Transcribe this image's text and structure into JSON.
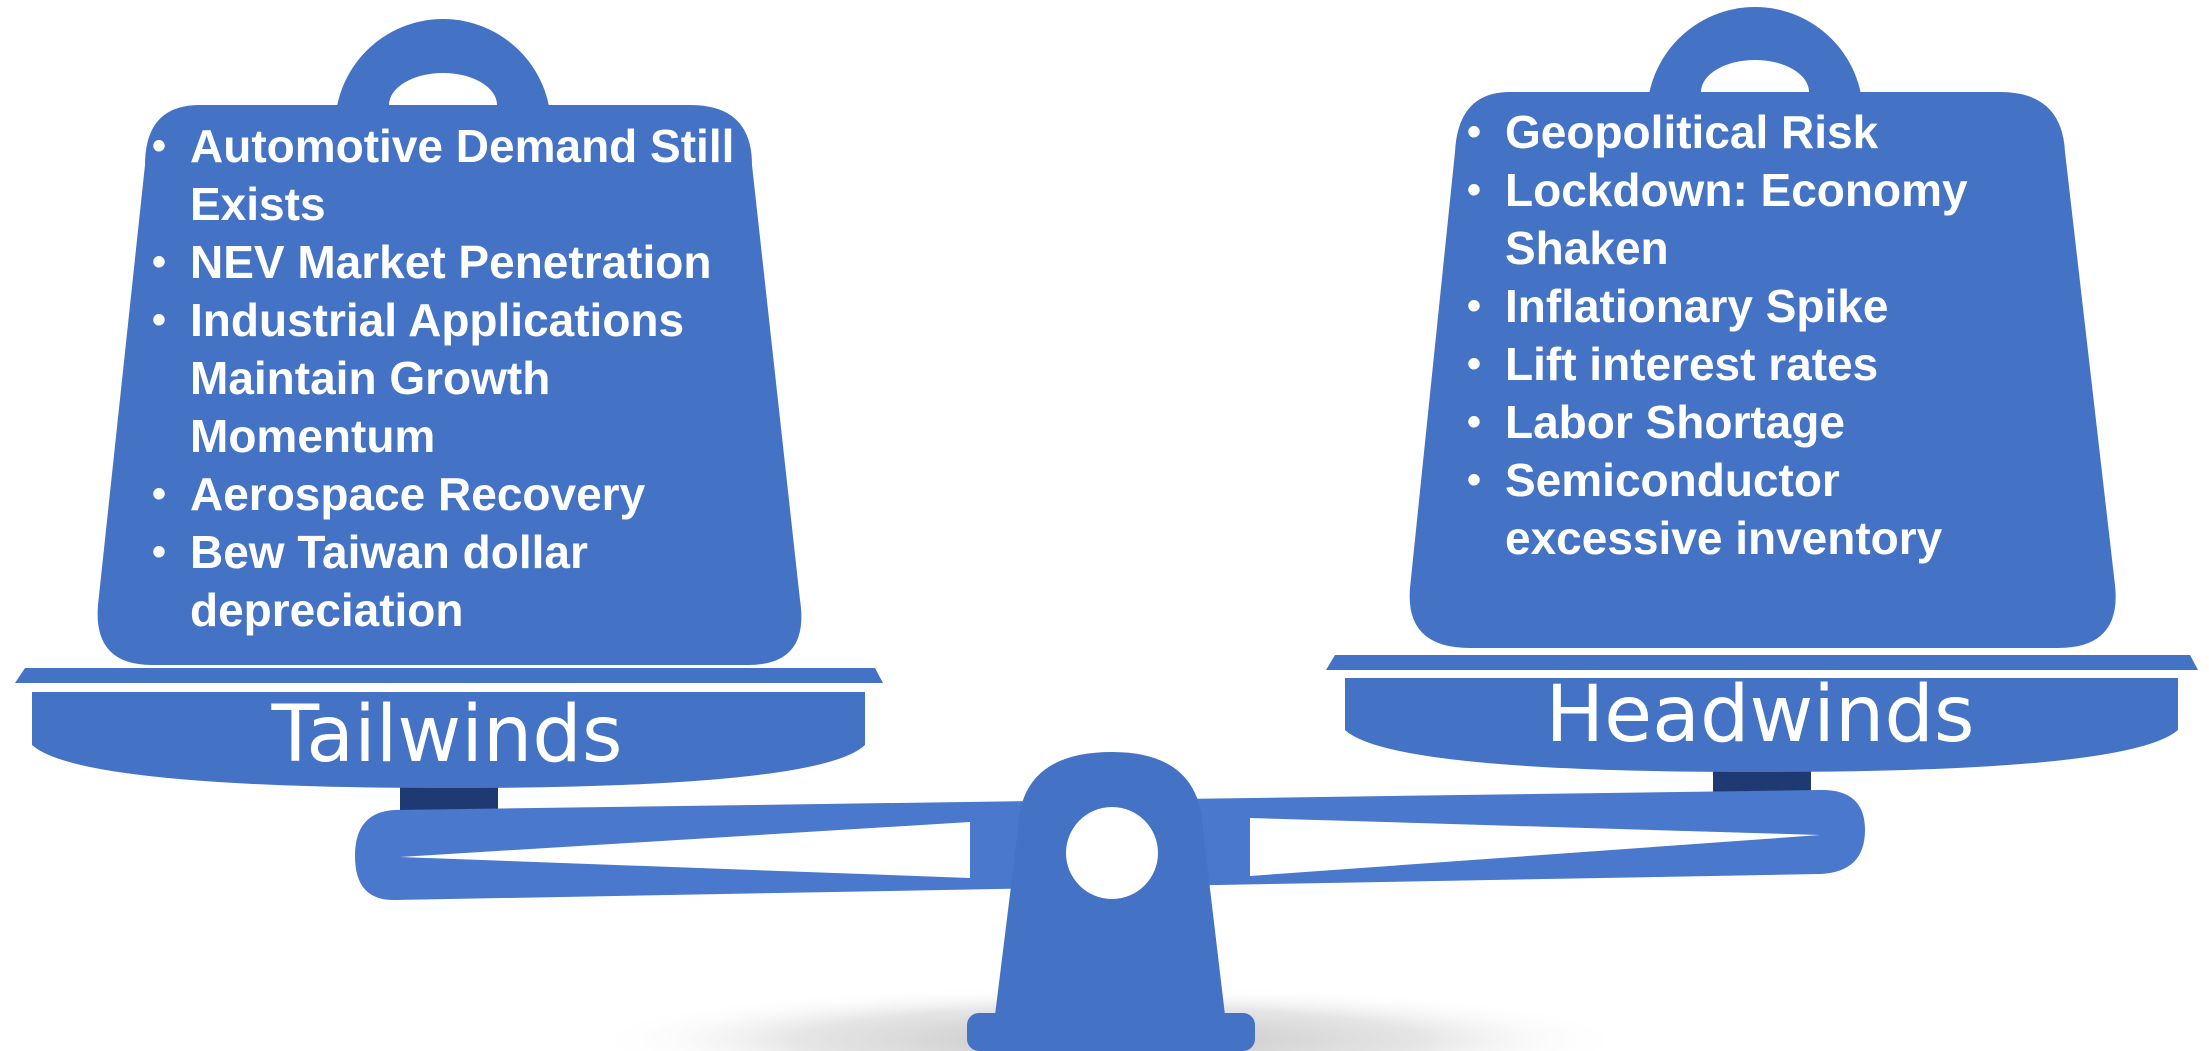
{
  "colors": {
    "weight_blue": "#4472C4",
    "beam_blue": "#4A78CC",
    "post_navy": "#1F3A73",
    "text_white": "#FFFFFF",
    "shadow_gray": "#C8C8C8"
  },
  "tailwinds": {
    "label": "Tailwinds",
    "items": [
      {
        "text": "Automotive Demand Still Exists"
      },
      {
        "text": "NEV Market Penetration"
      },
      {
        "text": "Industrial Applications Maintain Growth Momentum"
      },
      {
        "text": "Aerospace Recovery"
      },
      {
        "text": "Bew Taiwan dollar depreciation"
      }
    ]
  },
  "headwinds": {
    "label": "Headwinds",
    "items": [
      {
        "text": "Geopolitical Risk"
      },
      {
        "text": "Lockdown: Economy Shaken"
      },
      {
        "text": "Inflationary Spike"
      },
      {
        "text": "Lift interest rates"
      },
      {
        "text": "Labor Shortage"
      },
      {
        "text": "Semiconductor excessive inventory"
      }
    ]
  }
}
